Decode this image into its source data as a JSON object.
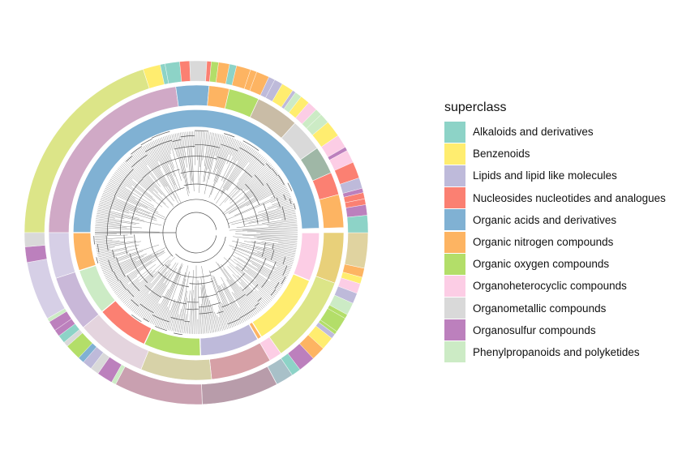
{
  "chart_data": {
    "type": "circular-tree",
    "legend": {
      "title": "superclass",
      "entries": [
        {
          "label": "Alkaloids and derivatives",
          "color": "#8DD3C7"
        },
        {
          "label": "Benzenoids",
          "color": "#FFED6F"
        },
        {
          "label": "Lipids and lipid like molecules",
          "color": "#BEBADA"
        },
        {
          "label": "Nucleosides nucleotides and analogues",
          "color": "#FB8072"
        },
        {
          "label": "Organic acids and derivatives",
          "color": "#80B1D3"
        },
        {
          "label": "Organic nitrogen compounds",
          "color": "#FDB462"
        },
        {
          "label": "Organic oxygen compounds",
          "color": "#B3DE69"
        },
        {
          "label": "Organoheterocyclic compounds",
          "color": "#FCCDE5"
        },
        {
          "label": "Organometallic compounds",
          "color": "#D9D9D9"
        },
        {
          "label": "Organosulfur compounds",
          "color": "#BC80BD"
        },
        {
          "label": "Phenylpropanoids and polyketides",
          "color": "#CCEBC5"
        }
      ],
      "placement": "right"
    },
    "inner_ring_segments": [
      {
        "superclass": "Organic acids and derivatives",
        "start_deg": 180,
        "end_deg": 358
      },
      {
        "superclass": "Organoheterocyclic compounds",
        "start_deg": 0,
        "end_deg": 23
      },
      {
        "superclass": "Benzenoids",
        "start_deg": 23,
        "end_deg": 58
      },
      {
        "superclass": "Organic nitrogen compounds",
        "start_deg": 58,
        "end_deg": 60
      },
      {
        "superclass": "Lipids and lipid like molecules",
        "start_deg": 60,
        "end_deg": 88
      },
      {
        "superclass": "Organic oxygen compounds",
        "start_deg": 88,
        "end_deg": 115
      },
      {
        "superclass": "Nucleosides nucleotides and analogues",
        "start_deg": 115,
        "end_deg": 140
      },
      {
        "superclass": "Phenylpropanoids and polyketides",
        "start_deg": 140,
        "end_deg": 162
      },
      {
        "superclass": "Organic nitrogen compounds",
        "start_deg": 162,
        "end_deg": 180
      }
    ],
    "rings": [
      "tree",
      "superclass",
      "class",
      "subclass"
    ],
    "grid": false
  }
}
